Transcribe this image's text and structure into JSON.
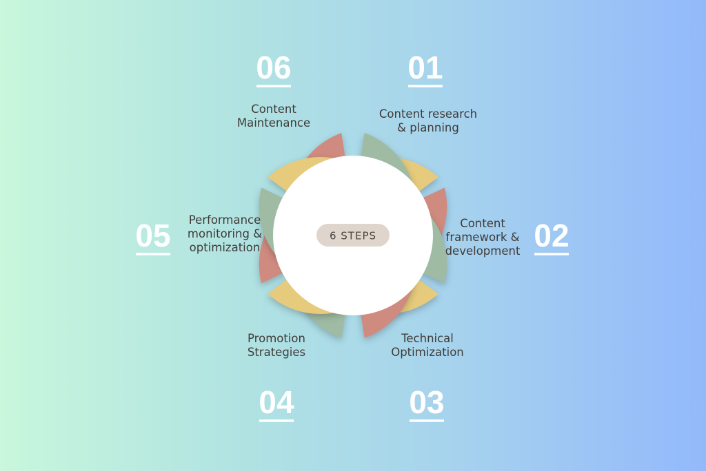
{
  "center": {
    "label": "6 STEPS"
  },
  "steps": [
    {
      "number": "01",
      "label_lines": [
        "Content research",
        "& planning"
      ],
      "color": "#d08b80"
    },
    {
      "number": "02",
      "label_lines": [
        "Content",
        "framework &",
        "development"
      ],
      "color": "#e6cb7c"
    },
    {
      "number": "03",
      "label_lines": [
        "Technical",
        "Optimization"
      ],
      "color": "#9fbba3"
    },
    {
      "number": "04",
      "label_lines": [
        "Promotion",
        "Strategies"
      ],
      "color": "#d08b80"
    },
    {
      "number": "05",
      "label_lines": [
        "Performance",
        "monitoring &",
        "optimization"
      ],
      "color": "#e6cb7c"
    },
    {
      "number": "06",
      "label_lines": [
        "Content",
        "Maintenance"
      ],
      "color": "#9fbba3"
    }
  ],
  "colors": {
    "center_fill": "#ffffff",
    "pill_fill": "#e0d5cc",
    "number_text": "#ffffff",
    "label_text": "#3f3b38"
  }
}
